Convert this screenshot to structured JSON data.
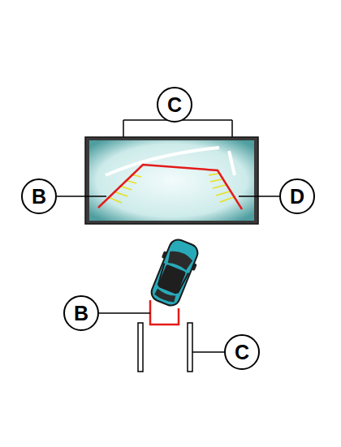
{
  "diagram": {
    "nodes": [
      {
        "text": [
          "C"
        ]
      },
      {
        "text": [
          "B"
        ]
      },
      {
        "text": [
          "D"
        ]
      },
      {
        "text": [
          "B"
        ]
      },
      {
        "text": [
          "C"
        ]
      }
    ],
    "edges": []
  }
}
